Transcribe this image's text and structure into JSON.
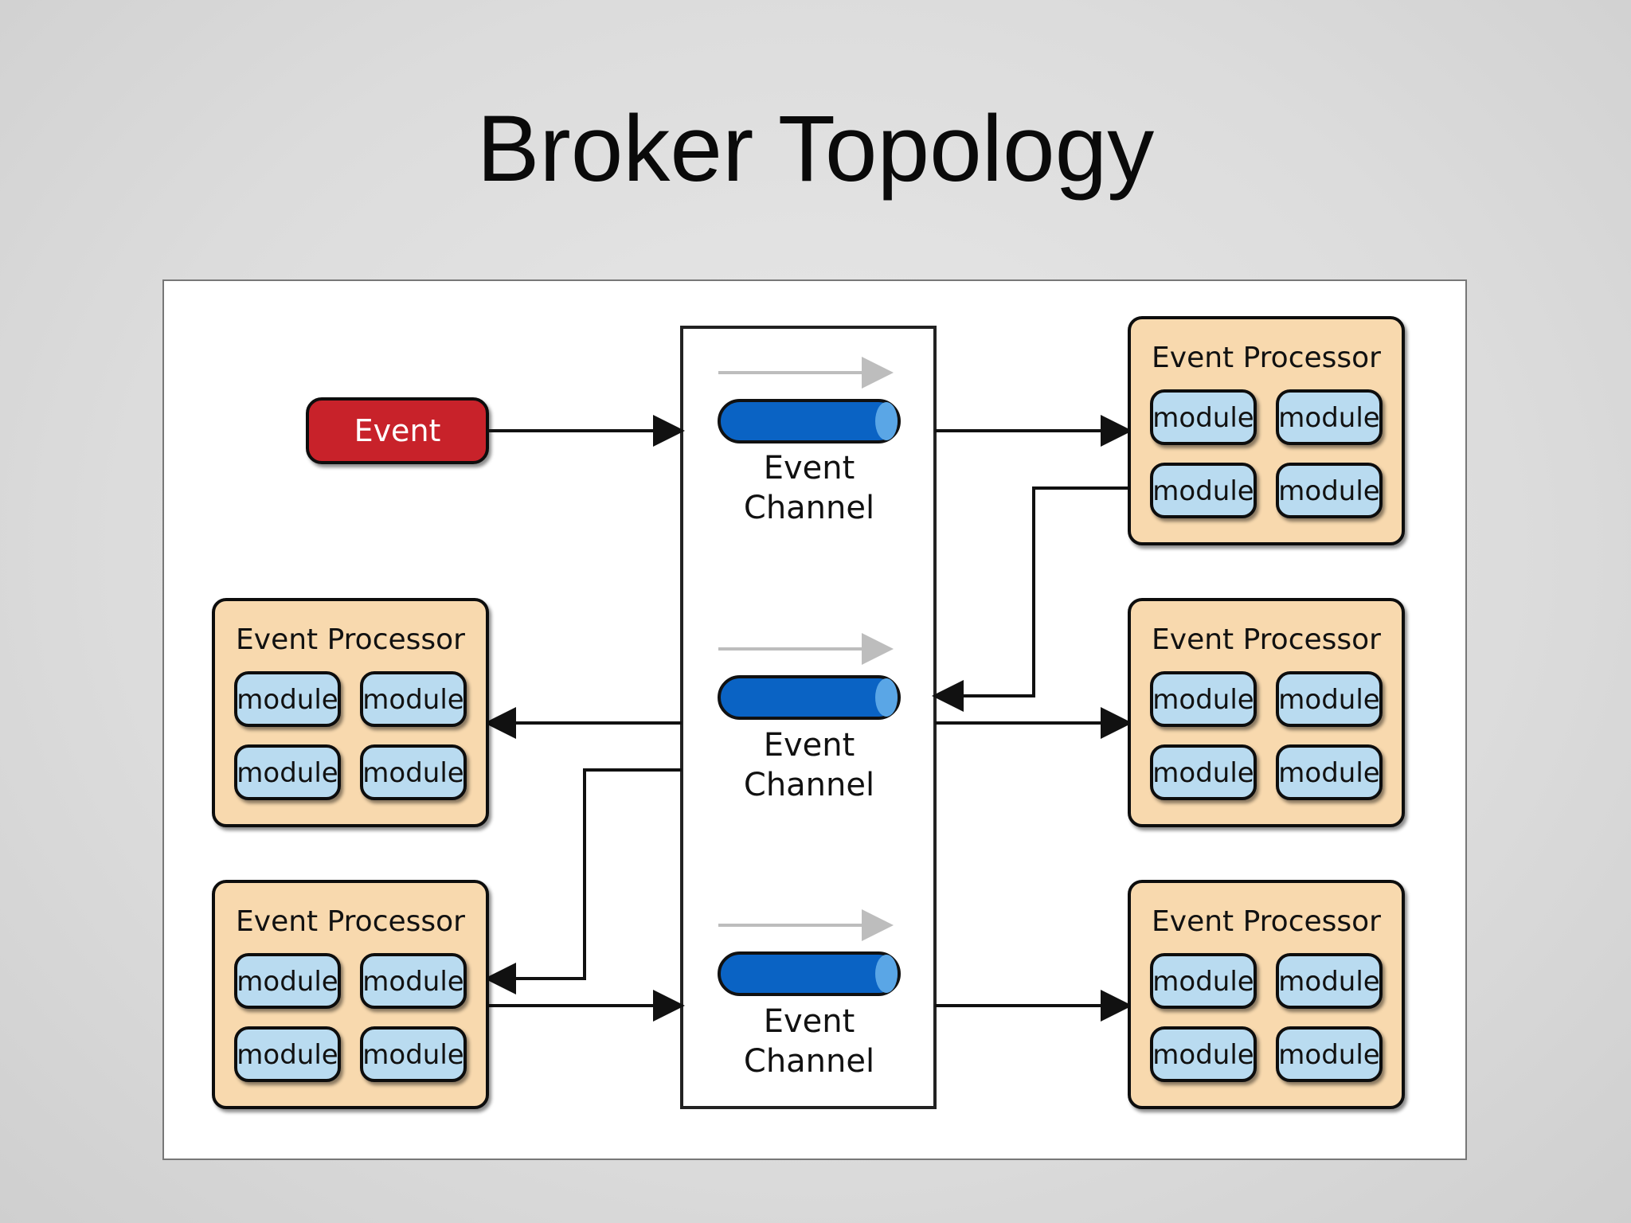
{
  "slide": {
    "title": "Broker Topology"
  },
  "diagram": {
    "event": {
      "label": "Event",
      "color": "#c8232c"
    },
    "channels": [
      {
        "label_line1": "Event",
        "label_line2": "Channel"
      },
      {
        "label_line1": "Event",
        "label_line2": "Channel"
      },
      {
        "label_line1": "Event",
        "label_line2": "Channel"
      }
    ],
    "processors": [
      {
        "title": "Event Processor",
        "modules": [
          "module",
          "module",
          "module",
          "module"
        ]
      },
      {
        "title": "Event Processor",
        "modules": [
          "module",
          "module",
          "module",
          "module"
        ]
      },
      {
        "title": "Event Processor",
        "modules": [
          "module",
          "module",
          "module",
          "module"
        ]
      },
      {
        "title": "Event Processor",
        "modules": [
          "module",
          "module",
          "module",
          "module"
        ]
      },
      {
        "title": "Event Processor",
        "modules": [
          "module",
          "module",
          "module",
          "module"
        ]
      }
    ],
    "colors": {
      "processor_fill": "#f8d9ae",
      "module_fill": "#b9dbf0",
      "channel_fill": "#0a63c4",
      "flow_arrow": "#bdbdbd"
    }
  }
}
